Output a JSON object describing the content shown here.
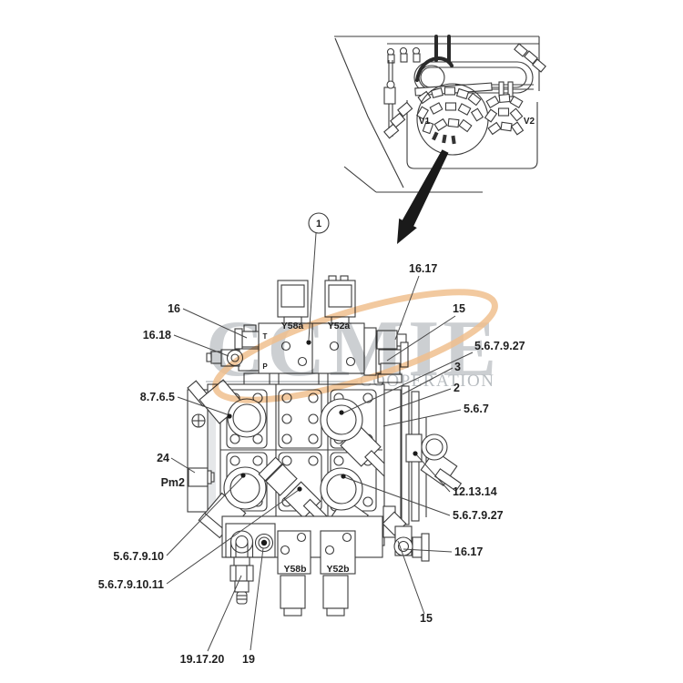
{
  "watermark": {
    "brand": "CCMIE",
    "subtitle": "COOPERATION",
    "brand_color": "#c3c7cb",
    "subtitle_color": "#b4b9bd",
    "swoosh_color": "#f0c08e"
  },
  "inset": {
    "v1": "V1",
    "v2": "V2"
  },
  "diagram": {
    "balloon_1": "1",
    "ports": {
      "t": "T",
      "p": "P"
    },
    "solenoids": {
      "y58a": "Y58a",
      "y52a": "Y52a",
      "y58b": "Y58b",
      "y52b": "Y52b"
    },
    "callouts": {
      "n16": "16",
      "n16_18": "16.18",
      "n8_7_6_5": "8.7.6.5",
      "n24": "24",
      "pm2": "Pm2",
      "n5_6_7_9_10": "5.6.7.9.10",
      "n5_6_7_9_10_11": "5.6.7.9.10.11",
      "n19_17_20": "19.17.20",
      "n19": "19",
      "n16_17_top": "16.17",
      "n15_top": "15",
      "n5_6_7_9_27_top": "5.6.7.9.27",
      "n3": "3",
      "n2": "2",
      "n5_6_7": "5.6.7",
      "n12_13_14": "12.13.14",
      "n5_6_7_9_27_mid": "5.6.7.9.27",
      "n16_17_bottom": "16.17",
      "n15_bottom": "15"
    }
  }
}
